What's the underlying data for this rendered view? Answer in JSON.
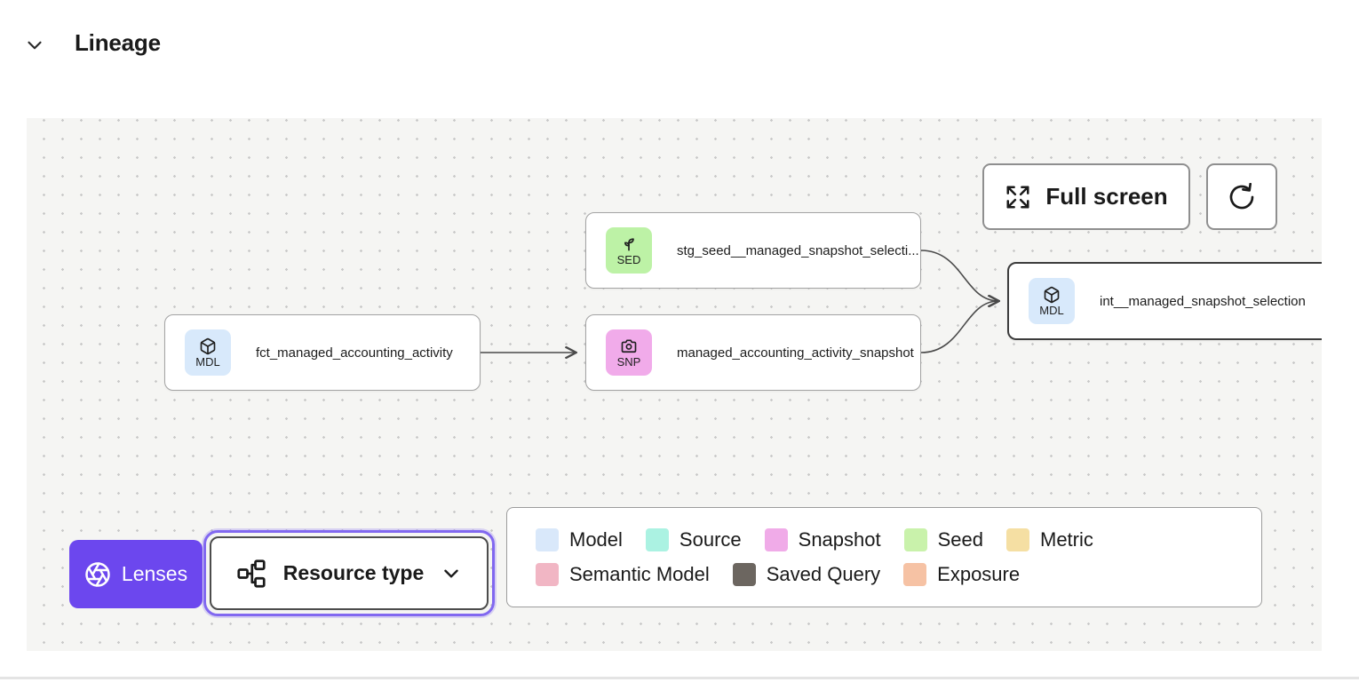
{
  "header": {
    "title": "Lineage"
  },
  "canvas": {
    "full_screen_button": {
      "label": "Full screen"
    },
    "nodes": [
      {
        "type": "seed",
        "badge": "SED",
        "badge_color": "#bdf2a6",
        "label": "stg_seed__managed_snapshot_selecti..."
      },
      {
        "type": "model",
        "badge": "MDL",
        "badge_color": "#d8e9fb",
        "label": "fct_managed_accounting_activity"
      },
      {
        "type": "snapshot",
        "badge": "SNP",
        "badge_color": "#f1abea",
        "label": "managed_accounting_activity_snapshot"
      },
      {
        "type": "model",
        "badge": "MDL",
        "badge_color": "#d8e9fb",
        "label": "int__managed_snapshot_selection",
        "selected": true
      }
    ]
  },
  "toolbar": {
    "lenses": {
      "label": "Lenses",
      "color": "#6c47ee"
    },
    "resource_type": {
      "label": "Resource type"
    }
  },
  "legend": {
    "rows": [
      [
        {
          "label": "Model",
          "color": "#d9e8fa"
        },
        {
          "label": "Source",
          "color": "#abf2e2"
        },
        {
          "label": "Snapshot",
          "color": "#f0abe8"
        },
        {
          "label": "Seed",
          "color": "#c9f2ab"
        },
        {
          "label": "Metric",
          "color": "#f5dfa3"
        }
      ],
      [
        {
          "label": "Semantic Model",
          "color": "#f1b6c4"
        },
        {
          "label": "Saved Query",
          "color": "#6c6660"
        },
        {
          "label": "Exposure",
          "color": "#f6c2a4"
        }
      ]
    ]
  }
}
